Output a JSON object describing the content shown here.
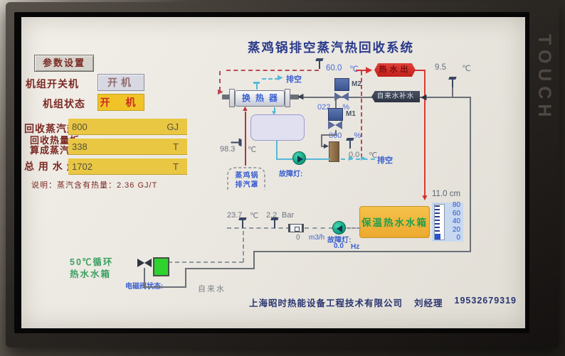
{
  "monitor": {
    "brand": "TOUCH"
  },
  "title": "蒸鸡锅排空蒸汽热回收系统",
  "controls": {
    "param_button": "参数设置",
    "power_label": "机组开关机",
    "power_button": "开机",
    "status_label": "机组状态",
    "status_value": "开 机"
  },
  "metrics": {
    "row1_label": "回收蒸汽热量",
    "row1_value": "800",
    "row1_unit": "GJ",
    "row2_label1": "回收热量折",
    "row2_label2": "算成蒸汽量",
    "row2_value": "338",
    "row2_unit": "T",
    "row3_label": "总 用 水 量",
    "row3_value": "1702",
    "row3_unit": "T",
    "note": "说明：蒸汽含有热量：2.36 GJ/T"
  },
  "diagram": {
    "vent_top_label": "排空",
    "exchanger_label": "换热器",
    "steam_out_temp": "60.0",
    "steam_out_temp_unit": "℃",
    "hot_water_out_label": "热水出",
    "makeup_water_label": "自来水补水",
    "tap_water_temp": "9.5",
    "tap_water_temp_unit": "℃",
    "m2_label": "M2",
    "m2_opening": "022",
    "m2_unit": "%",
    "m1_label": "M1",
    "m1_opening": "000",
    "m1_unit": "%",
    "vent_temp": "0.0",
    "vent_temp_unit": "℃",
    "vent_mid_label": "排空",
    "hood_temp": "98.3",
    "hood_temp_unit": "℃",
    "hood_label1": "蒸鸡锅",
    "hood_label2": "排汽罩",
    "pump1_fault_label": "故障灯:",
    "circ_temp": "23.7",
    "circ_temp_unit": "℃",
    "circ_pressure": "2.2",
    "circ_pressure_unit": "Bar",
    "flow_value": "0",
    "flow_unit": "m3/h",
    "pump2_fault_label": "故障灯:",
    "pump2_freq": "0.0",
    "pump2_freq_unit": "Hz",
    "tank_label": "保温热水水箱",
    "tank_level": "11.0 cm",
    "level_scale": [
      "80",
      "60",
      "40",
      "20",
      "0"
    ],
    "circ_tank_label1": "50℃循环",
    "circ_tank_label2": "热水水箱",
    "solenoid_label": "电磁阀状态:",
    "tap_water_label": "自来水"
  },
  "footer": {
    "company": "上海昭时热能设备工程技术有限公司",
    "contact": "刘经理",
    "phone": "19532679319"
  },
  "colors": {
    "status_yellow": "#f0c428",
    "alarm_red": "#d43030",
    "label_blue": "#3a5fd0",
    "pump_teal": "#17a985",
    "tank_orange": "#f0b43c",
    "ok_green": "#2ed32e",
    "title_navy": "#2a3a8c",
    "maroon": "#7c2a24"
  }
}
